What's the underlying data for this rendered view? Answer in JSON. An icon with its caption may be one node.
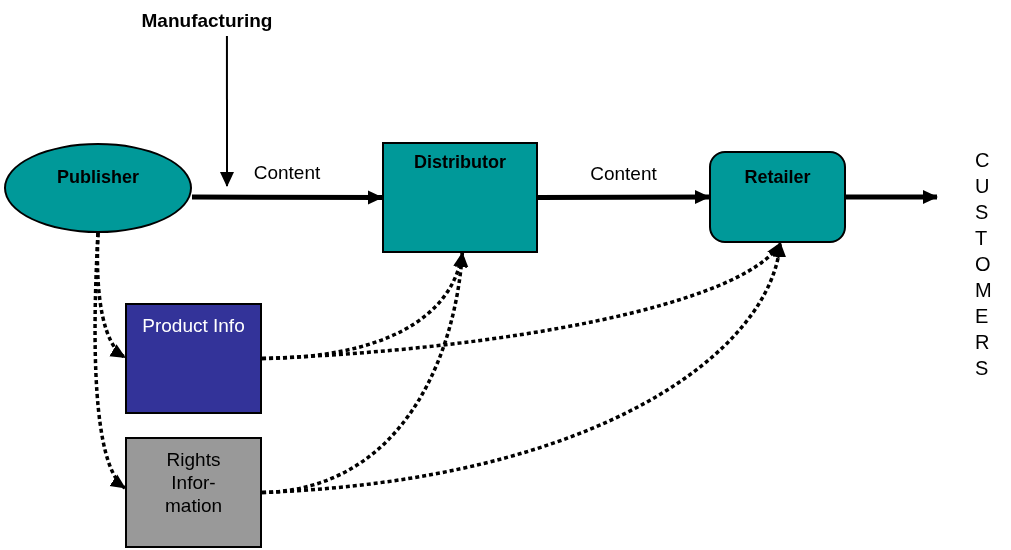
{
  "diagram": {
    "nodes": [
      {
        "text": [
          "Manufacturing"
        ]
      },
      {
        "text": [
          "Publisher"
        ]
      },
      {
        "text": [
          "Distributor"
        ]
      },
      {
        "text": [
          "Retailer"
        ]
      },
      {
        "text": [
          "Product Info"
        ]
      },
      {
        "text": [
          "Rights Infor-mation"
        ]
      }
    ],
    "edges": [
      {
        "from": 0,
        "to": null,
        "arrow": "to"
      },
      {
        "from": 1,
        "to": 2,
        "arrow": "to",
        "label": "Content"
      },
      {
        "from": 2,
        "to": 3,
        "arrow": "to",
        "label": "Content"
      },
      {
        "from": 3,
        "to": null,
        "arrow": "to"
      },
      {
        "from": 1,
        "to": 4,
        "arrow": "to",
        "style": "dashed"
      },
      {
        "from": 1,
        "to": 5,
        "arrow": "to",
        "style": "dashed"
      },
      {
        "from": 4,
        "to": 2,
        "arrow": "to",
        "style": "dashed"
      },
      {
        "from": 4,
        "to": 3,
        "arrow": "to",
        "style": "dashed"
      },
      {
        "from": 5,
        "to": 2,
        "arrow": "to",
        "style": "dashed"
      },
      {
        "from": 5,
        "to": 3,
        "arrow": "to",
        "style": "dashed"
      }
    ],
    "labels": [
      "CUSTOMERS"
    ]
  }
}
